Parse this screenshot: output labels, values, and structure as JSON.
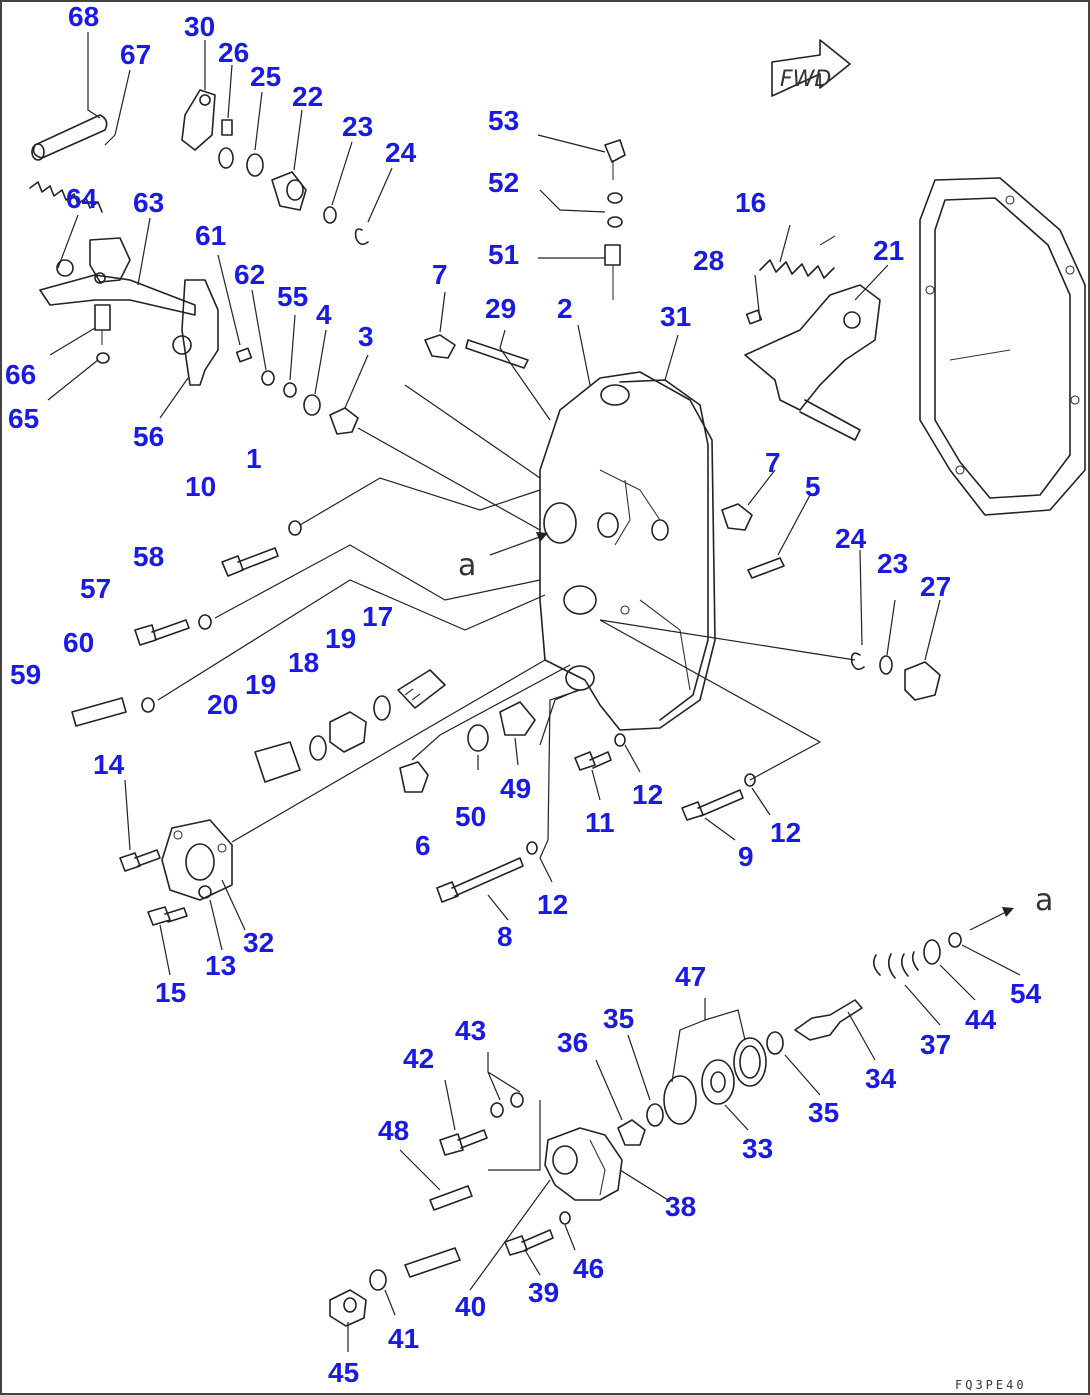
{
  "diagram": {
    "forward_marker": "FWD",
    "section_ref_left": "a",
    "section_ref_right": "a",
    "figure_code": "FQ3PE40",
    "callouts": [
      "68",
      "67",
      "30",
      "26",
      "25",
      "22",
      "23",
      "24",
      "64",
      "63",
      "61",
      "62",
      "55",
      "4",
      "3",
      "66",
      "65",
      "56",
      "1",
      "10",
      "58",
      "57",
      "60",
      "59",
      "14",
      "20",
      "19",
      "18",
      "19",
      "17",
      "53",
      "52",
      "51",
      "7",
      "29",
      "2",
      "31",
      "16",
      "28",
      "21",
      "7",
      "5",
      "24",
      "23",
      "27",
      "6",
      "50",
      "49",
      "11",
      "12",
      "9",
      "12",
      "8",
      "12",
      "32",
      "13",
      "15",
      "47",
      "54",
      "44",
      "37",
      "34",
      "35",
      "33",
      "36",
      "35",
      "43",
      "42",
      "48",
      "38",
      "46",
      "39",
      "40",
      "41",
      "45"
    ]
  }
}
